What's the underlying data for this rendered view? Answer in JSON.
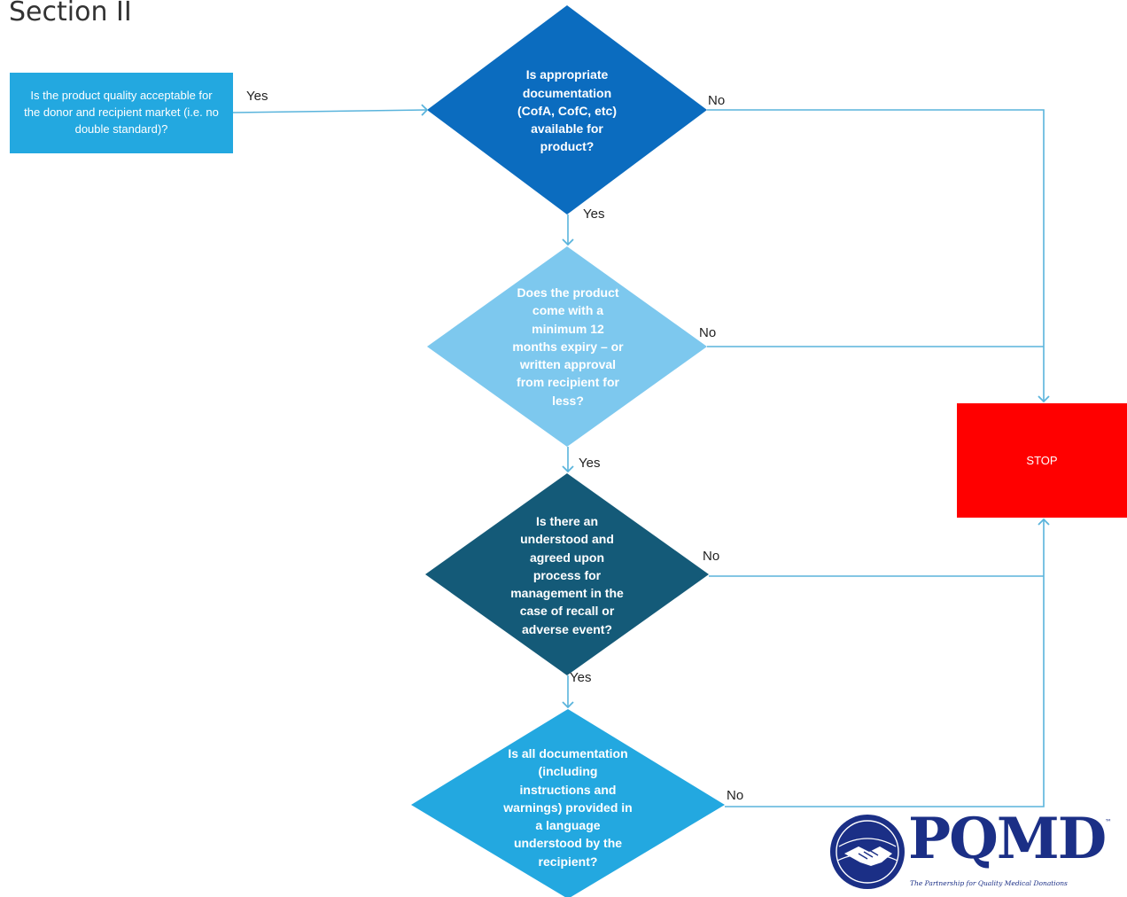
{
  "section_title": "Section II",
  "nodes": {
    "product_quality": "Is the product quality acceptable for the donor  and recipient market (i.e. no double standard)?",
    "documentation": "Is appropriate documentation (CofA, CofC, etc) available for product?",
    "expiry": "Does the product come with a minimum 12 months expiry – or written approval from recipient for less?",
    "recall_process": "Is there an understood and agreed upon process for management in the case of recall or adverse event?",
    "language": "Is all documentation (including instructions and warnings) provided in a language understood by the recipient?",
    "stop": "STOP"
  },
  "edges": {
    "quality_yes": "Yes",
    "documentation_yes": "Yes",
    "documentation_no": "No",
    "expiry_yes": "Yes",
    "expiry_no": "No",
    "recall_yes": "Yes",
    "recall_no": "No",
    "language_no": "No"
  },
  "logo": {
    "wordmark": "PQMD",
    "trademark": "™",
    "tagline": "The Partnership for Quality Medical Donations"
  },
  "colors": {
    "start_box": "#23a8e0",
    "documentation": "#0b6cbf",
    "expiry": "#7dc8ee",
    "recall_process": "#145a78",
    "language": "#23a8e0",
    "stop": "#ff0000",
    "connector": "#5ab4dc",
    "logo": "#1b2f86"
  }
}
